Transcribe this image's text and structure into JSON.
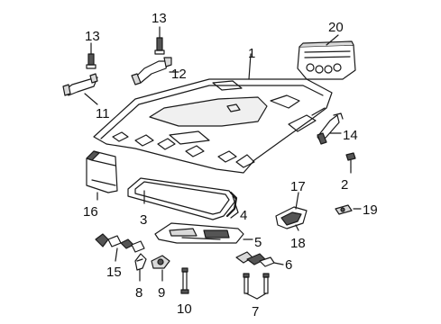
{
  "diagram": {
    "colors": {
      "line": "#1a1a1a",
      "fill": "#ffffff",
      "shade": "#d9d9d9",
      "dark": "#555555"
    },
    "callouts": {
      "c1": "1",
      "c2": "2",
      "c3": "3",
      "c4": "4",
      "c5": "5",
      "c6": "6",
      "c7": "7",
      "c8": "8",
      "c9": "9",
      "c10": "10",
      "c11": "11",
      "c12": "12",
      "c13a": "13",
      "c13b": "13",
      "c14": "14",
      "c15": "15",
      "c16": "16",
      "c17": "17",
      "c18": "18",
      "c19": "19",
      "c20": "20"
    }
  }
}
